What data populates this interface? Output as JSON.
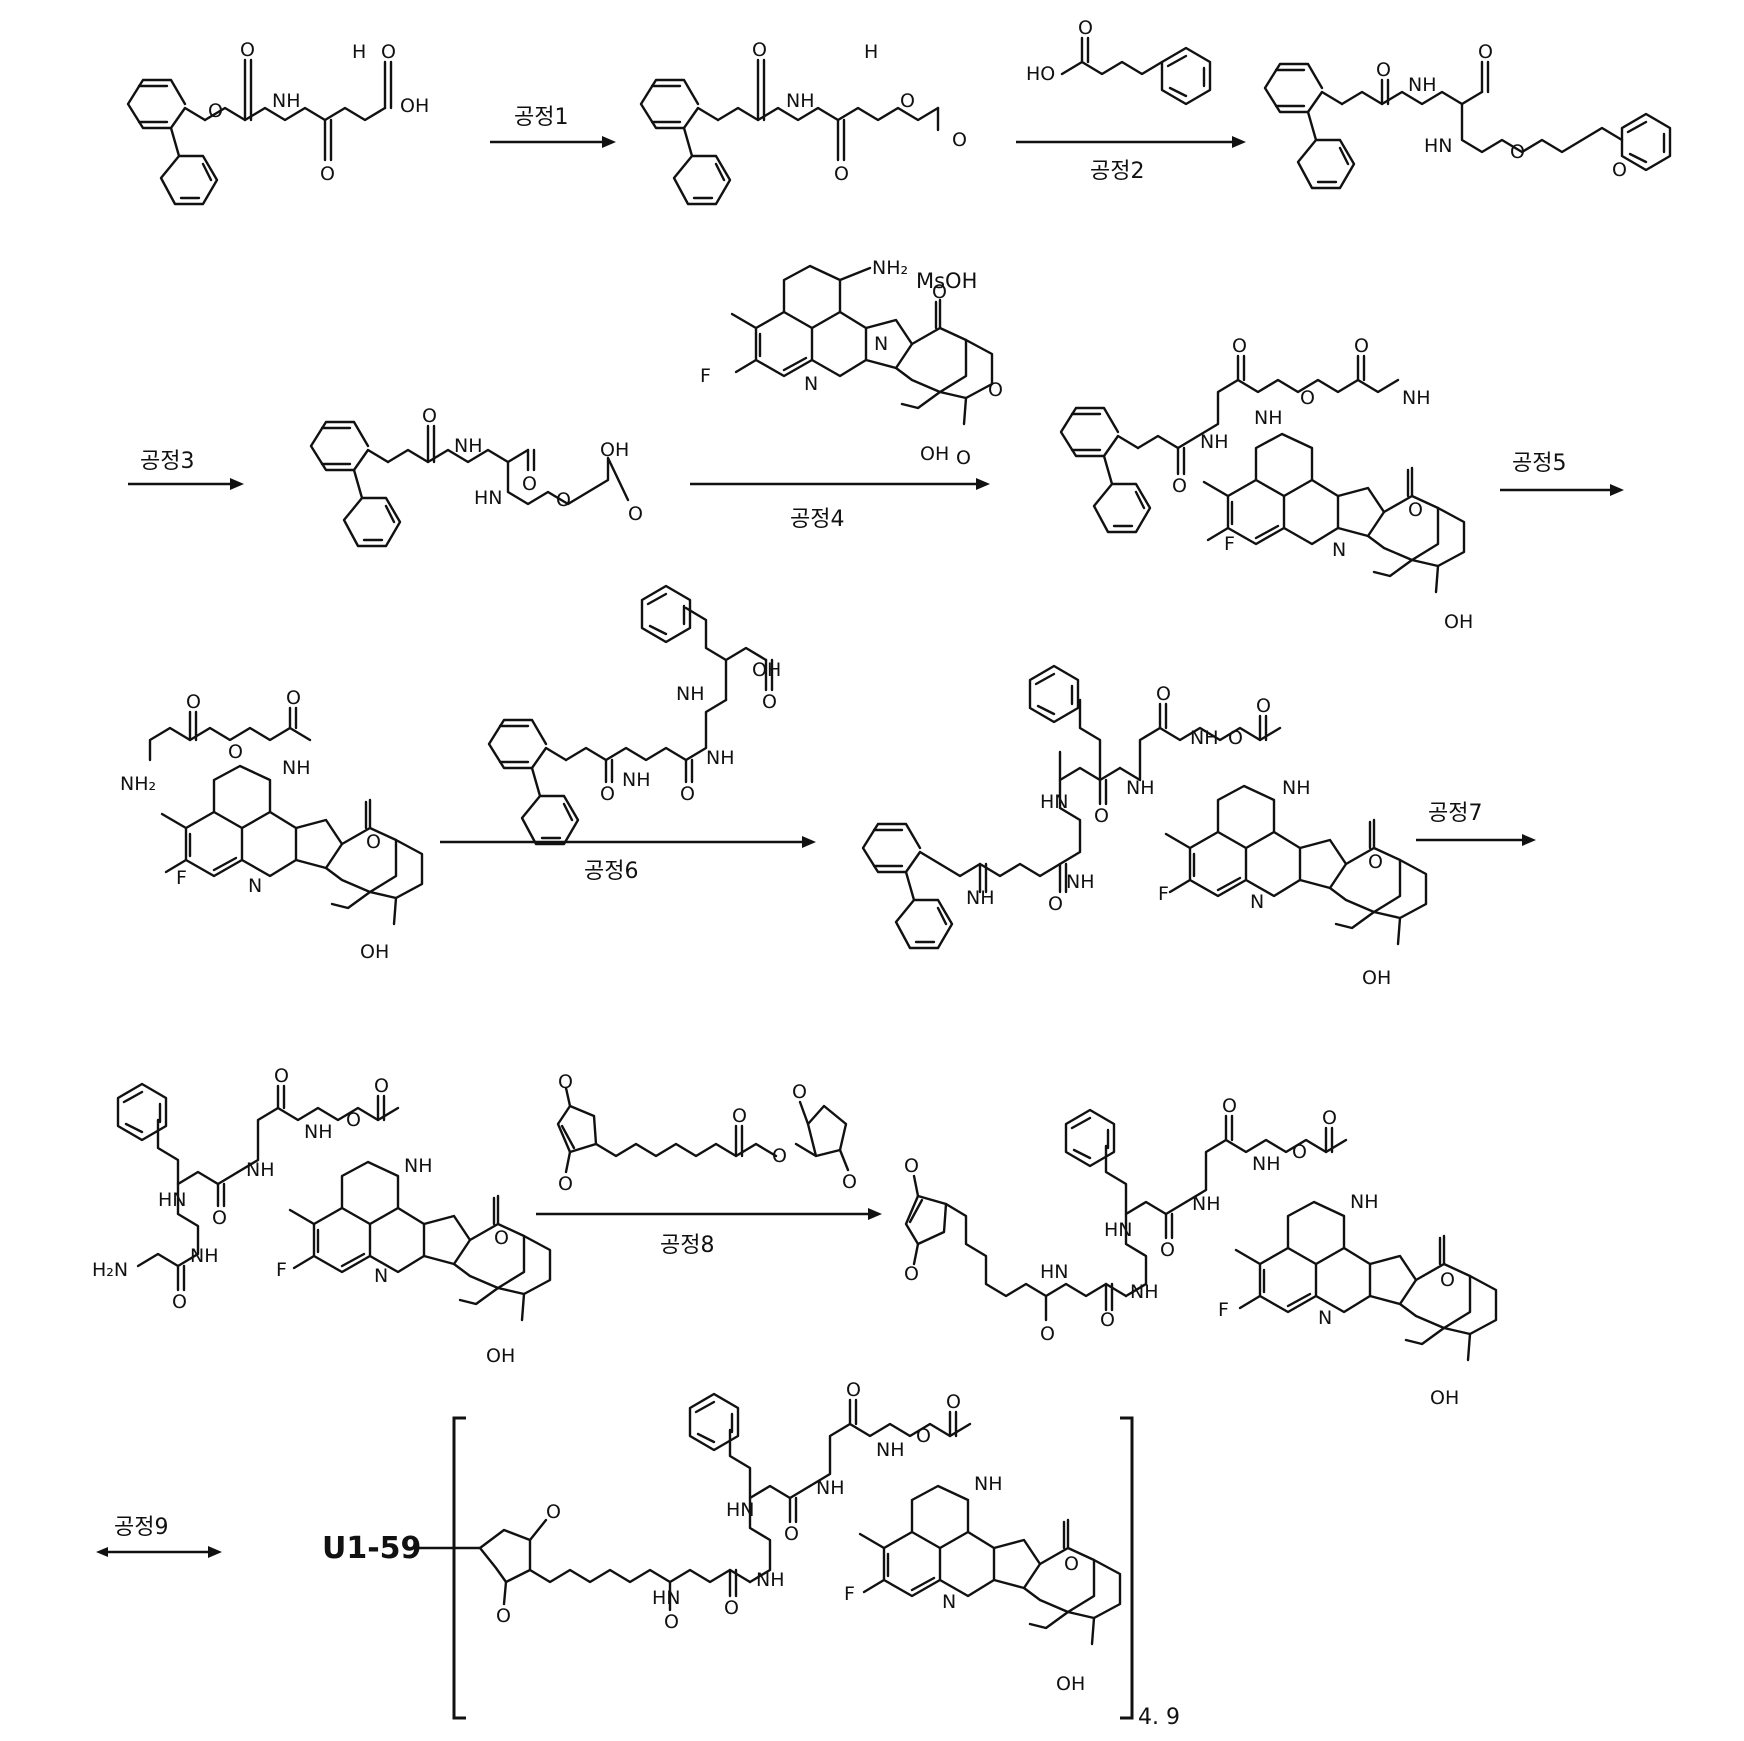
{
  "steps": [
    "공정1",
    "공정2",
    "공정3",
    "공정4",
    "공정5",
    "공정6",
    "공정7",
    "공정8",
    "공정9"
  ],
  "reagents": {
    "salt": "MsOH"
  },
  "atoms": {
    "o": "O",
    "oh": "OH",
    "h": "H",
    "hn": "HN",
    "nh": "NH",
    "n": "N",
    "f": "F",
    "nh2": "NH",
    "nh2_sub": "2",
    "h2n": "H₂N",
    "ho": "HO",
    "nh2b": "NH₂"
  },
  "product": {
    "label": "U1-59",
    "drug_to_antibody_ratio": "4. 9"
  }
}
